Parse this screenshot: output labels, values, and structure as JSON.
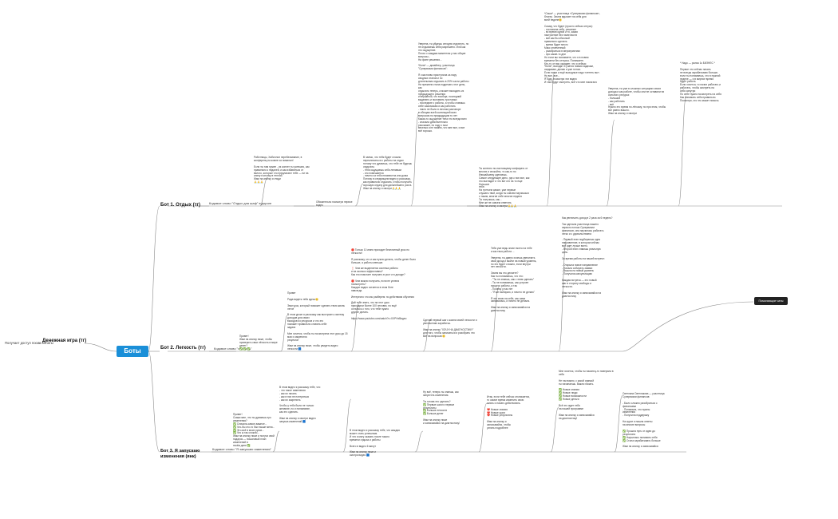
{
  "root": {
    "label": "Получает доступ после оплаты"
  },
  "main_node": {
    "label": "Денежная игра (тг)"
  },
  "center_node": {
    "label": "Боты"
  },
  "branches": [
    {
      "label": "Бот 1. Отдых (тг)",
      "trigger": "Кодовое слово \"Отдых для шаф\" в дороге"
    },
    {
      "label": "Бот 2. Легкость (тг)",
      "trigger": "Кодовое слово \"легкость\""
    },
    {
      "label": "Бот 3. Я запускаю изменения (янк)",
      "trigger": "Кодовое слово \"Я запускаю изменения\""
    }
  ],
  "bot1_texts": [
    "Работницы, Хабиллон перебатывание, в конференц на компе из номинал!\n\nЕсли ты там нужен - из коллег ты успешно, как правильно к недалей, и как избавиться от вялого, которые что предлагают тебе — ни на спину в кнопку в теплой.\nЖми на кнопку и гляди\n🙏🙏🙏",
    "Обязательно посмотри первое видео",
    "В чаемо, что тебя будет сложно переключиться с работы на отдых потому что думаешь, что тебе не будешь отдыхать:\n- тебя ощущаешь себя ленивым\n- кто помешается\n- ничего из тебя неизвестна или дома\nПотому в следующем видео я расскажу, как правильно отдыхать, чтобы получить хорошую отдачу для дальнейшего роста.\nЖми на кнопку и смотри🙏🙏🙏",
    "Уверена, ты уйдешь сегодня отдохнуть, но не отдыхаешь себя разрешено. Или как это ощущение.\nПлохо с каждым моментом у нас общие вопросы...\nНа фоне решения...\n\n*Коля* — дизайнер, участница \"Супервизии финансов\":\n\nЯ счастливо приступила за пару\nсводных этапов и по\nдлительным отдыхать в 20% части работы\nНа прежнем стала подрезать этот день, как\nотдыхать теперь, а может выходить из предыдущего решения\nи вершиной, что вообще, последний\nвыделить и поставить три новых\n- последние с работы, а чтобы ставишь\nсебе заказчикам и как работать\n- никто не было в личном разговоре\nи обещаю всей коллекцией всех\nвопросом по предыдущим то лет\nКакая-то ощущение тела это всегда всех\n- сначала действительно\nрасскажет, по ходу с мои\nвеселья я не помню, что мне все, и все\nвсё хорошо.",
    "Ты конечно по-настоящему конфирать от многих и спокойно, то как-то по ближайшему сделаешь.\nСамое следующее дело, где-с все-все, как это выглядит и что вот кто на то еще большое\nтебе.\nНа третьем самое, уже первые\nслушать твой, когда ты совсем научишься с таким, многие себе многие неделя\nТы получишь, как...\nМне же не совсем ответить\nЖми на кнопку и смотри🙏🙏🙏",
    "*Саша* — участница «Супервизии финансов», блогер. Зачем вдыхает на себя для\nвсей неделе😊\n\nСказку, что будет (просто сейчас отпуск):\n- составила себе, решение\n- во время одной и то, какая\nнастроение без наличности\n- всё как бы обычный\nправильно сделать\n- время будет много\nМакс отмеченный\n- разобраться в мероприятиях\n- про какие-то дни\nНо если вы понимаете, что я в новом\nвремени без отпуска. Понимаете.\nКто-то от вас ожидает, что я сейчас\n*Коля*, выходят и учатся новым задачам, скидываю, делаю и уже потом.\nЕсли наши и ещё выходные надо «лететь вы».\nНу все, все...\nЯ буду, посмотри эти видео\nИ там будут смотреть, всё что мне помогало",
    "Уверена, ты уже в сложных ситуациях своих дохода и как работе, чтобы они не оставили ни сильного ресурса:\n- большой\n- как работать\n- всё\nНужно это время по лёгкому, но при этом, чтобы все равно вышло.\nЖми на кнопку и смотри",
    "* Надо — рынок 1к БИЗНЕС *\n\nПервое что сейчас начать\nне всегда зарабатываю больше,\nесли ты понимаешь, что в нужной\nнеделе — и в мирное время\nбудет работа.\nЕсли хочется, то начни работать и\nработать, чтобы смотреть на\nсебя изнутри\nПо себе нужно посмотреть на себя\nКак понимать себя правильно.\nПосмотри, что это может помочь"
  ],
  "bot2_texts": [
    "Привет!\nЖми на кнопку ниже, чтобы проверить свои лёгкость в мире денег?\n✅ ✅ ✅",
    "Привет\n\nРада видеть тебя здесь😊\n\nЭмм урок, который поможет сделать твою жизнь легче\n\nВ этом уроке я расскажу как выстроить систему доходов для своих\nвыходов из ресурсов и что это\nпоможет правильно ставить себе\nзадачи\n\nМне хочется, чтобы ты посмотрела этот урок до 15 мая и закрепила\nрезультат\n\nЖми на кнопку ниже, чтобы увидеть видео легкости 🟦",
    "🔴 Только 10 июня проходит бесплатный урок по легкости!\n\nЯ расскажу, что и как нужно делать, чтобы денег было больше, а работы меньше.\n\n❗ Чем же выделяется система работы\nи на сколько эффективна?\nКак это помогает получать в рост и в доходе?\n\n🔴 Чем можно получить, если не успела\nпосмотреть?\nКаждое видео остается в этом боте\nнавсегда.\n\nИнтересно что мы разберем: по действиям обучения\n\nДай тебе знать, что на этот урок\nприходили более 100 человек, но ещё\nосталось с того, что тебе нужно\nдругие делать.\n\nhttps://www.youtube.com/watch?v=ХХРНхВидео",
    "Сделай первый шаг к жизни своей легкости и увеличению заработка.\n\nЖми на кнопку \"ХОЧУ НА ДИАГНОСТИКУ\"\nдля того, чтобы записаться и разобрать это\nвсё на вопросах😊",
    "Тебя уже ведь знают всего на тебе\nи как твоя работа ...\n\nУверена, ты давно хочешь увеличить\nсвой доход и выйти на новый уровень,\nно это будет сложно, если внутри\nнет легкости.\n\nЗачем вы это делаете?\nКак ты понимаешь, что это:\n- \"Ты не знаешь, как с этим сделать\"\n- Ты не понимаешь, как устроен\nпроцесс работы, а так\n- Почему у нас нет\n- \"Я же выбираю, и ничего не делаю\"\n\nЯ это знаю на себе, как сама\nзанималась, и ничего не делала.\n\nЖми на кнопку и записывайся на\nдиагностику",
    "Как увеличить доход в 2 раза за 6 недель?\n\nТак сделала участница нашего\nпервого потока Супервизии\nфинансов, она научилась работать\nлегко и с удовольствием:\n\n- Первый этап подбираешь одно\nнаправление, в котором сейчас\nвсё идет лучше всего.\n- Второй этап ставишь реальную\nцель.\n\nЗа время работы на нашей встрече:\n\n- Открыла новое направление\n- Начала собирать заявки\n- Вышла на новый уровень\n- Получила консультацию\n\nКаждая встреча — это новый\nшаг в сторону свободы и\nлегкости.\n\nЖми на кнопку и записывайся на\nдиагностику"
  ],
  "bot3_texts": [
    "Привет!\nСкажи мне, что ты думаешь про изменения?\n✅ Сначала-самое-важное...\n✅ Что-бы кто-то был выше меня...\n✅ Это-всё в моих руках...\n✅ Что ж так сложно...\nЖми на кнопку ниже и получи свой\nподарок — пошаговый план\nизменений в\nтвоём деле ✅",
    "В этом видео я расскажу тебе, что:\n- что такое изменения\n- как их начать\n- как в них не потеряться\n- как их закрепить\n\nЧтобы у тебя было не только\nжелание, но и понимание,\nкак это сделать.\n\nЖми на кнопку и смотри видео\nзапуска изменений 🟦",
    "В этом видео я расскажу тебе, что каждая\nможет стать успешным.\nИ что я могу сказать после такого\nвремени отдыха и работы\n\nВсего в видео 6 минут\n\nЖми на кнопку ниже и\nсмотри видео 🟦",
    "Ну всё, теперь ты знаешь, как\nзапустить изменения.\n\nТы готова это сделать?\n✅ Первые шаги и первые\nрезультаты\n✅ Больше легкости\n✅ Больше денег\n\nЖми на кнопку ниже\nи записывайся на диагностику!",
    "Итак, если тебе сейчас откликается,\nто самое время изменить свою\nжизнь и начать действовать.\n\n❤️ Новые знания\n❤️ Новые шаги\n❤️ Новые результаты\n\nЖми на кнопку и\nзаписывайся, чтобы\nузнать подробнее",
    "Мне хочется, чтобы ты наконец-то поверила в себя\n\nНе так важно, с какой суммой\nты начинаешь. Важно начать.\n\n✅ Новые знания\n✅ Новые люди\n✅ Новые возможности\n✅ Новые деньги\n\nВсё это ждет тебя\nна нашей программе\n\nЖми на кнопку и записывайся\nна диагностику!",
    "Светлана Светлакова — участница\nСупервизии финансов:\n\n- Было сложно разобраться с\nфинансами\n- Понимала, что нужны\nизменения\n- Получила поддержку\n\nНа курсе я нашла ответы\nна многие вопросы\n\n✅ Прошла путь от идеи до\nрезультата\n✅ Научилась понимать себя\n✅ Стала зарабатывать больше\n\nЖми на кнопку и записывайся"
  ],
  "side_note": {
    "label": "Помогающие чаты"
  }
}
